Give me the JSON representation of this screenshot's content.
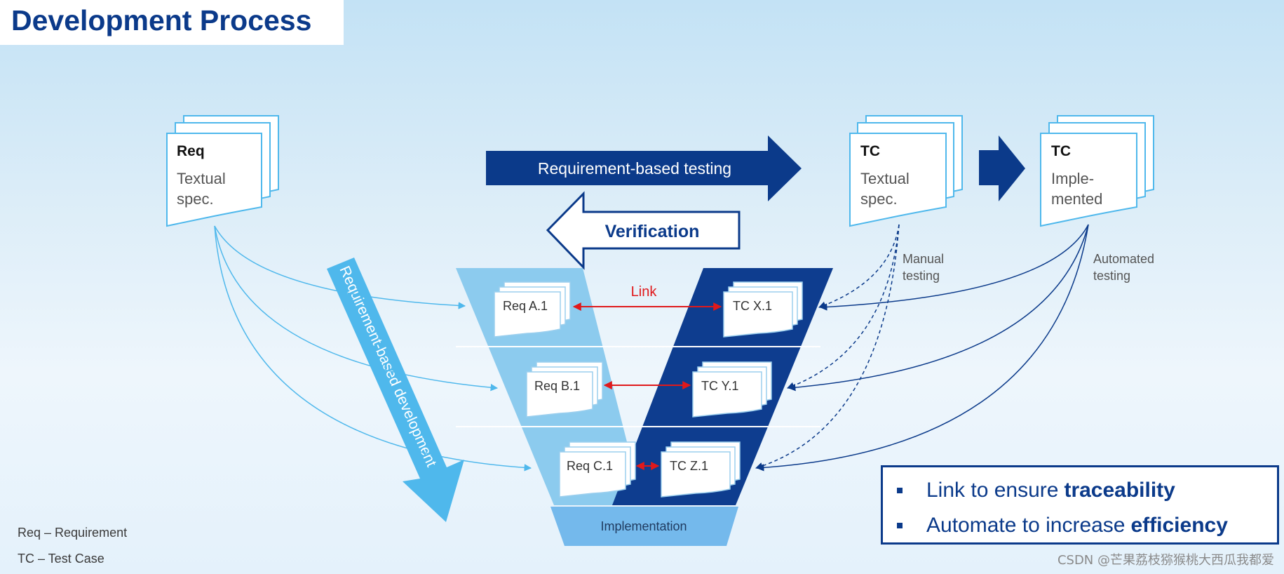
{
  "title": "Development Process",
  "colors": {
    "dark_blue": "#0b3a8a",
    "light_blue": "#4fb8ec",
    "v_left": "#8ccbee",
    "v_right": "#0e3d8f",
    "link_red": "#e0191b",
    "implementation": "#74b9ec"
  },
  "req_doc": {
    "heading": "Req",
    "line1": "Textual",
    "line2": "spec."
  },
  "tc_spec_doc": {
    "heading": "TC",
    "line1": "Textual",
    "line2": "spec."
  },
  "tc_impl_doc": {
    "heading": "TC",
    "line1": "Imple-",
    "line2": "mented"
  },
  "arrows": {
    "req_based_testing": "Requirement-based testing",
    "verification": "Verification",
    "req_based_development": "Requirement-based development"
  },
  "annotations": {
    "link": "Link",
    "manual_1": "Manual",
    "manual_2": "testing",
    "automated_1": "Automated",
    "automated_2": "testing"
  },
  "v_model": {
    "requirements": [
      "Req A.1",
      "Req B.1",
      "Req C.1"
    ],
    "test_cases": [
      "TC X.1",
      "TC Y.1",
      "TC Z.1"
    ],
    "implementation": "Implementation"
  },
  "summary": [
    {
      "text": "Link to ensure",
      "bold": "traceability"
    },
    {
      "text": "Automate to increase",
      "bold": "efficiency"
    }
  ],
  "legend": [
    "Req – Requirement",
    "TC – Test Case"
  ],
  "watermark": "CSDN @芒果荔枝猕猴桃大西瓜我都爱"
}
